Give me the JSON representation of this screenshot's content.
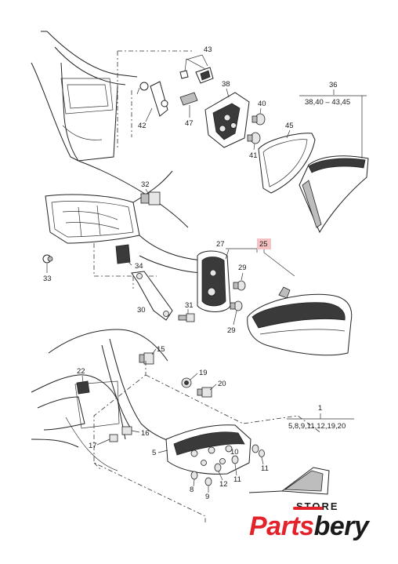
{
  "diagram": {
    "labels": {
      "l43": "43",
      "l38": "38",
      "l36": "36",
      "l36_range": "38,40 – 43,45",
      "l40": "40",
      "l42": "42",
      "l47": "47",
      "l45": "45",
      "l41": "41",
      "l32": "32",
      "l27": "27",
      "l25": "25",
      "l29a": "29",
      "l29b": "29",
      "l34": "34",
      "l33": "33",
      "l30": "30",
      "l31": "31",
      "l15": "15",
      "l22": "22",
      "l19": "19",
      "l20": "20",
      "l16": "16",
      "l17": "17",
      "l1": "1",
      "l1_range": "5,8,9,11,12,19,20",
      "l5": "5",
      "l10": "10",
      "l11a": "11",
      "l11b": "11",
      "l12": "12",
      "l8": "8",
      "l9": "9"
    },
    "highlight_color": "#f4c2c2"
  },
  "brand": {
    "store": "STORE",
    "name_red": "Parts",
    "name_dark": "bery",
    "accent_color": "#e3232b"
  }
}
